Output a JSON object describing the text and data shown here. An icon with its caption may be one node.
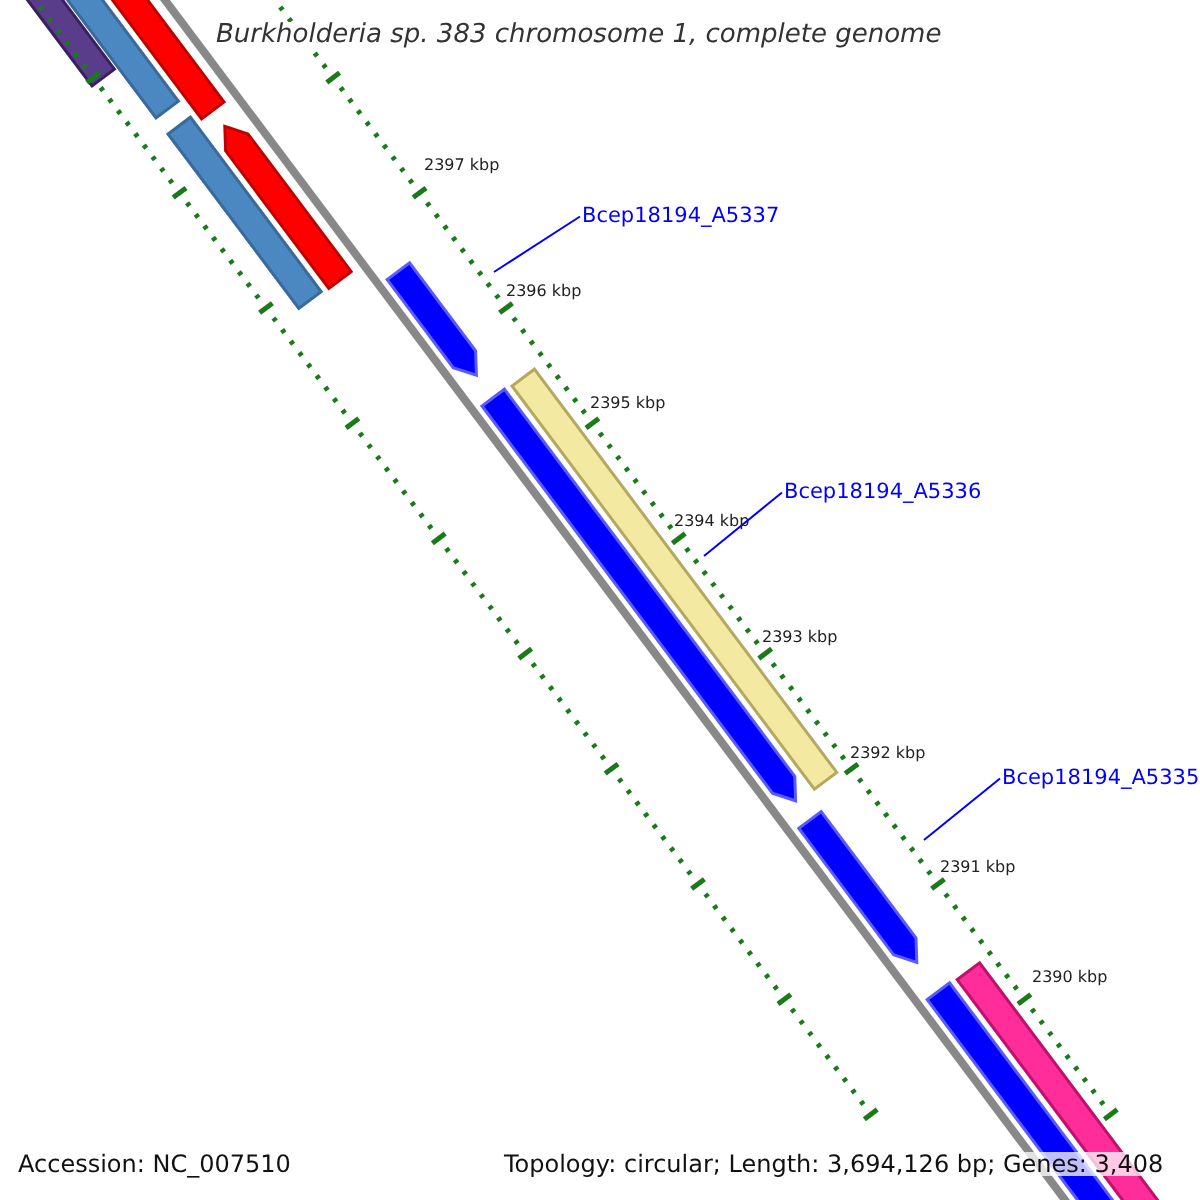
{
  "diagram": {
    "title": "Burkholderia sp. 383 chromosome 1, complete genome",
    "nodes": [
      {
        "text": [
          "Bcep18194_A5337"
        ]
      },
      {
        "text": [
          "Bcep18194_A5336"
        ]
      },
      {
        "text": [
          "Bcep18194_A5335"
        ]
      }
    ],
    "edges": [
      {
        "from": 0,
        "to": null,
        "arrow": "none"
      },
      {
        "from": 1,
        "to": null,
        "arrow": "none"
      },
      {
        "from": 2,
        "to": null,
        "arrow": "none"
      }
    ],
    "labels": [
      "2397 kbp",
      "2396 kbp",
      "2395 kbp",
      "2394 kbp",
      "2393 kbp",
      "2392 kbp",
      "2391 kbp",
      "2390 kbp",
      "Accession: NC_007510",
      "Topology: circular; Length: 3,694,126 bp; Genes: 3,408"
    ]
  }
}
